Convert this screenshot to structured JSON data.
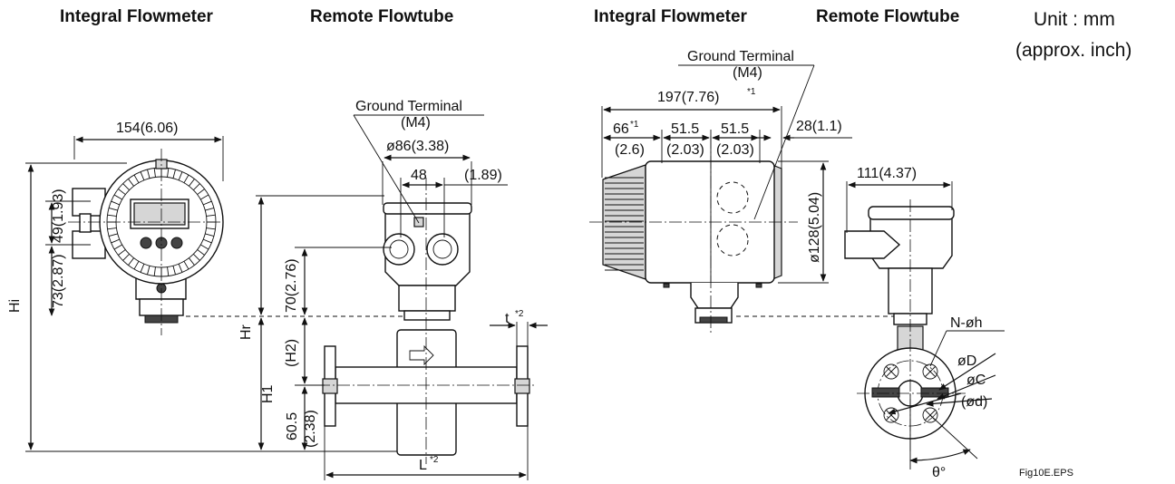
{
  "headers": {
    "integral_left": "Integral Flowmeter",
    "remote_left": "Remote Flowtube",
    "integral_right": "Integral Flowmeter",
    "remote_right": "Remote Flowtube"
  },
  "unit": {
    "line1": "Unit : mm",
    "line2": "(approx. inch)"
  },
  "labels": {
    "ground_terminal": "Ground Terminal",
    "m4": "(M4)",
    "fig_id": "Fig10E.EPS",
    "hi": "Hi",
    "hr": "Hr",
    "h1": "H1",
    "h2": "(H2)",
    "n_oh": "N-øh",
    "od": "øD",
    "oc": "øC",
    "od_small": "(ød)",
    "theta": "θ°",
    "t": "t",
    "l": "L",
    "star1": "*1",
    "star2": "*2"
  },
  "dims": {
    "w154": "154(6.06)",
    "v49": "49(1.93)",
    "v73": "73(2.87)",
    "d86": "ø86(3.38)",
    "w48": "48",
    "w189": "(1.89)",
    "v70": "70(2.76)",
    "v605": "60.5",
    "v238": "(2.38)",
    "w197": "197(7.76)",
    "w66": "66",
    "w26": "(2.6)",
    "w515a": "51.5",
    "w203a": "(2.03)",
    "w515b": "51.5",
    "w203b": "(2.03)",
    "w28": "28(1.1)",
    "w111": "111(4.37)",
    "d128": "ø128(5.04)"
  }
}
